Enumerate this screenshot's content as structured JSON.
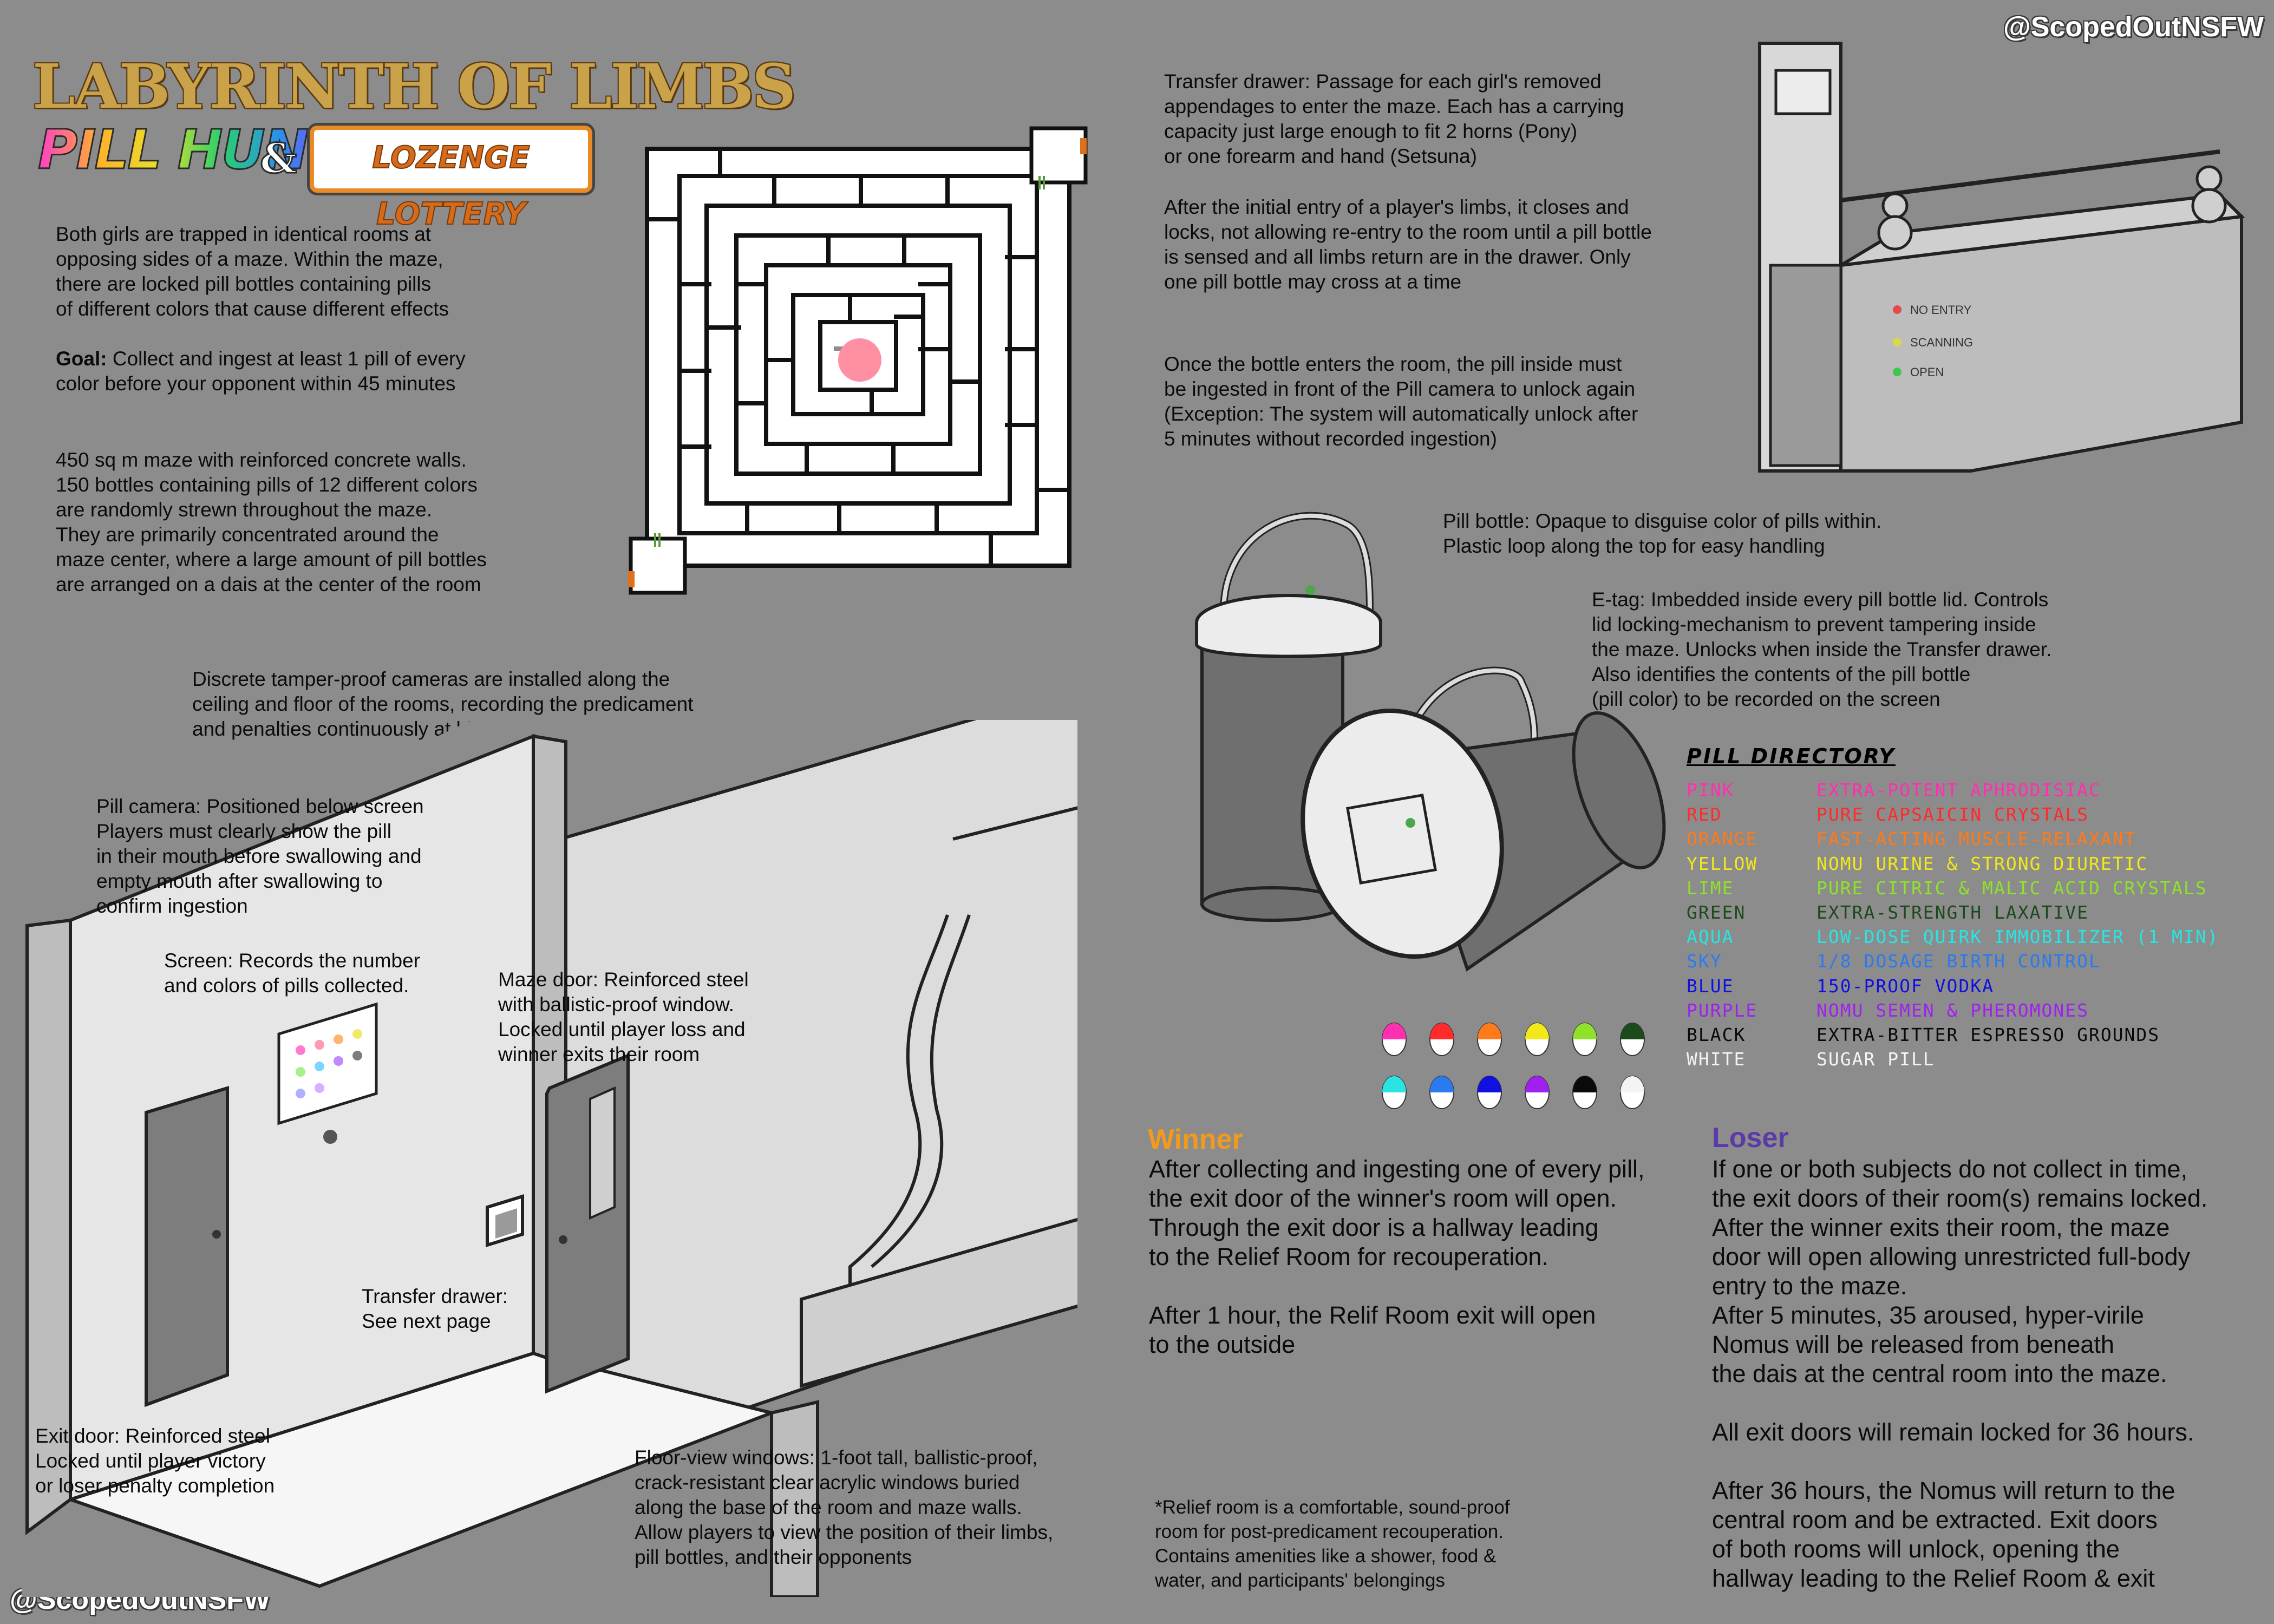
{
  "watermark": "@ScopedOutNSFW",
  "logo": {
    "title": "LABYRINTH OF LIMBS",
    "pill_hunt": "PILL HUNT",
    "ampersand": "&",
    "lozenge": "LOZENGE LOTTERY"
  },
  "intro": {
    "rooms": "Both girls are trapped in identical rooms at\nopposing sides of a maze. Within the maze,\nthere are locked pill bottles containing pills\nof different colors that cause different effects",
    "goal_label": "Goal:",
    "goal_text": " Collect and ingest at least 1 pill of every\ncolor before your opponent within 45 minutes",
    "maze_desc": "450 sq m maze with reinforced concrete walls.\n150 bottles containing pills of 12 different colors\nare randomly strewn throughout the maze.\nThey are primarily concentrated around the\nmaze center, where a large amount of pill bottles\nare arranged on a dais at the center of the room"
  },
  "cameras": "Discrete tamper-proof cameras are installed along the\nceiling and floor of the rooms, recording the predicament\nand penalties continuously at high and low angles",
  "room_labels": {
    "pill_camera": "Pill camera: Positioned below screen\nPlayers must clearly show the pill\nin their mouth before swallowing and\nempty mouth after swallowing to\nconfirm ingestion",
    "screen": "Screen: Records the number\nand colors of pills collected.",
    "maze_door": "Maze door: Reinforced steel\nwith ballistic-proof window.\nLocked until player loss and\nwinner exits their room",
    "transfer_drawer": "Transfer drawer:\nSee next page",
    "exit_door": "Exit door: Reinforced steel\nLocked until player victory\nor loser penalty completion",
    "floor_windows": "Floor-view windows: 1-foot tall, ballistic-proof,\ncrack-resistant clear acrylic windows buried\nalong the base of the room and maze walls.\nAllow players to view the position of their limbs,\npill bottles, and their opponents"
  },
  "drawer": {
    "desc1": "Transfer drawer: Passage for each girl's removed\nappendages to enter the maze. Each has a carrying\ncapacity just large enough to fit 2 horns (Pony)\nor one forearm and hand (Setsuna)",
    "desc2": "After the initial entry of a player's limbs, it closes and\nlocks, not allowing re-entry to the room until a pill bottle\nis sensed and all limbs return are in the drawer. Only\none pill bottle may cross at a time",
    "desc3": "Once the bottle enters the room, the pill inside must\nbe ingested in front of the Pill camera to unlock again\n(Exception: The system will automatically unlock after\n5 minutes without recorded ingestion)",
    "status": [
      "NO ENTRY",
      "SCANNING",
      "OPEN"
    ],
    "status_colors": [
      "#e34a4a",
      "#d8d84a",
      "#3fc84a"
    ]
  },
  "bottle": {
    "desc": "Pill bottle: Opaque to disguise color of pills within.\nPlastic loop along the top for easy handling",
    "etag": "E-tag: Imbedded inside every pill bottle lid. Controls\nlid locking-mechanism to prevent tampering inside\nthe maze. Unlocks when inside the Transfer drawer.\nAlso identifies the contents of the pill bottle\n(pill color) to be recorded on the screen"
  },
  "directory": {
    "title": "PILL DIRECTORY",
    "items": [
      {
        "color": "PINK",
        "effect": "EXTRA-POTENT APHRODISIAC",
        "hex": "#ff2fb0"
      },
      {
        "color": "RED",
        "effect": "PURE CAPSAICIN CRYSTALS",
        "hex": "#ff2b2b"
      },
      {
        "color": "ORANGE",
        "effect": "FAST-ACTING MUSCLE-RELAXANT",
        "hex": "#ff7a1a"
      },
      {
        "color": "YELLOW",
        "effect": "NOMU URINE & STRONG DIURETIC",
        "hex": "#f2e81a"
      },
      {
        "color": "LIME",
        "effect": "PURE CITRIC & MALIC ACID CRYSTALS",
        "hex": "#8fe22a"
      },
      {
        "color": "GREEN",
        "effect": "EXTRA-STRENGTH LAXATIVE",
        "hex": "#1c4a1c"
      },
      {
        "color": "AQUA",
        "effect": "LOW-DOSE QUIRK IMMOBILIZER (1 MIN)",
        "hex": "#2ae4e4"
      },
      {
        "color": "SKY",
        "effect": "1/8 DOSAGE BIRTH CONTROL",
        "hex": "#2a7af0"
      },
      {
        "color": "BLUE",
        "effect": "150-PROOF VODKA",
        "hex": "#1010e0"
      },
      {
        "color": "PURPLE",
        "effect": "NOMU SEMEN & PHEROMONES",
        "hex": "#a020f0"
      },
      {
        "color": "BLACK",
        "effect": "EXTRA-BITTER ESPRESSO GROUNDS",
        "hex": "#0a0a0a"
      },
      {
        "color": "WHITE",
        "effect": "SUGAR PILL",
        "hex": "#f4f4f4"
      }
    ]
  },
  "winner": {
    "heading": "Winner",
    "text": "After collecting and ingesting one of every pill,\nthe exit door of the winner's room will open.\nThrough the exit door is a hallway leading\nto the Relief Room for recouperation.\n\nAfter 1 hour, the Relif Room exit will open\nto the outside",
    "heading_color": "#f29a1a"
  },
  "loser": {
    "heading": "Loser",
    "text": "If one or both subjects do not collect in time,\nthe exit doors of their room(s) remains locked.\nAfter the winner exits their room, the maze\ndoor will open allowing unrestricted full-body\nentry to the maze.\nAfter 5 minutes, 35 aroused, hyper-virile\nNomus will be released from beneath\nthe dais at the central room into the maze.\n\nAll exit doors will remain locked for 36 hours.\n\nAfter 36 hours, the Nomus will return to the\ncentral room and be extracted. Exit doors\nof both rooms will unlock, opening the\nhallway leading to the Relief Room & exit",
    "heading_color": "#5a3aa8"
  },
  "relief_note": "*Relief room is a comfortable, sound-proof\nroom for post-predicament recouperation.\nContains amenities like a shower, food &\nwater, and participants' belongings"
}
